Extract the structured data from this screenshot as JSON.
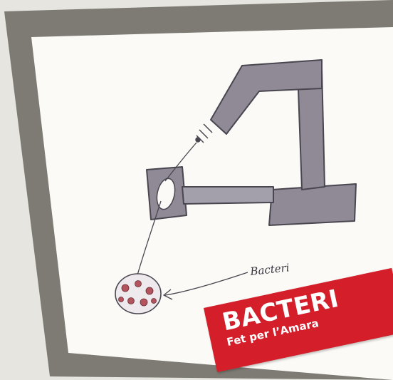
{
  "drawing": {
    "handwritten_label": "Bacteri",
    "colors": {
      "background": "#e6e5df",
      "frame": "#7d7b73",
      "paper": "#fbfaf6",
      "pencil_fill": "#8f8a96",
      "pencil_line": "#4a4650",
      "bacteria_dots": "#b2535d"
    }
  },
  "sticker": {
    "title": "BACTERI",
    "subtitle": "Fet per l’Amara",
    "color": "#d41f2b"
  }
}
